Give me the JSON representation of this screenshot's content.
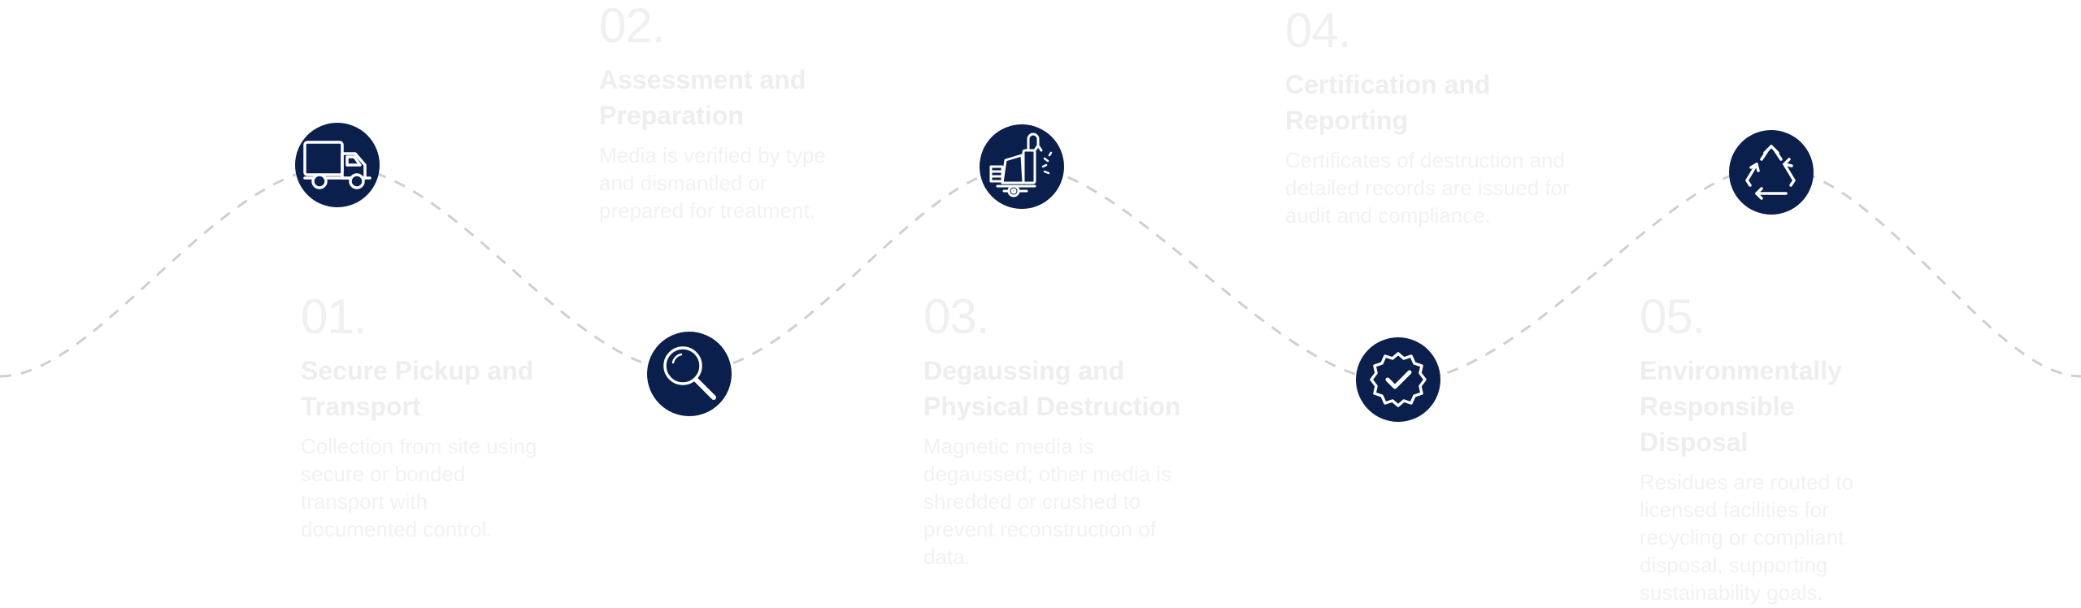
{
  "steps": [
    {
      "number": "01.",
      "title": "Secure Pickup and Transport",
      "description": "Collection from site using secure or bonded transport with documented control.",
      "icon": "truck-icon"
    },
    {
      "number": "02.",
      "title": "Assessment and Preparation",
      "description": "Media is verified by type and dismantled or prepared for treatment.",
      "icon": "magnifier-icon"
    },
    {
      "number": "03.",
      "title": "Degaussing and Physical Destruction",
      "description": "Magnetic media is degaussed; other media is shredded or crushed to prevent reconstruction of data.",
      "icon": "shredder-machine-icon"
    },
    {
      "number": "04.",
      "title": "Certification and Reporting",
      "description": "Certificates of destruction and detailed records are issued for audit and compliance.",
      "icon": "verified-badge-icon"
    },
    {
      "number": "05.",
      "title": "Environmentally Responsible Disposal",
      "description": "Residues are routed to licensed facilities for recycling or compliant disposal, supporting sustainability goals.",
      "icon": "recycle-icon"
    }
  ],
  "colors": {
    "node": "#0b1f4d",
    "wave": "#cfcfcf",
    "text": "#f2f2f2"
  }
}
